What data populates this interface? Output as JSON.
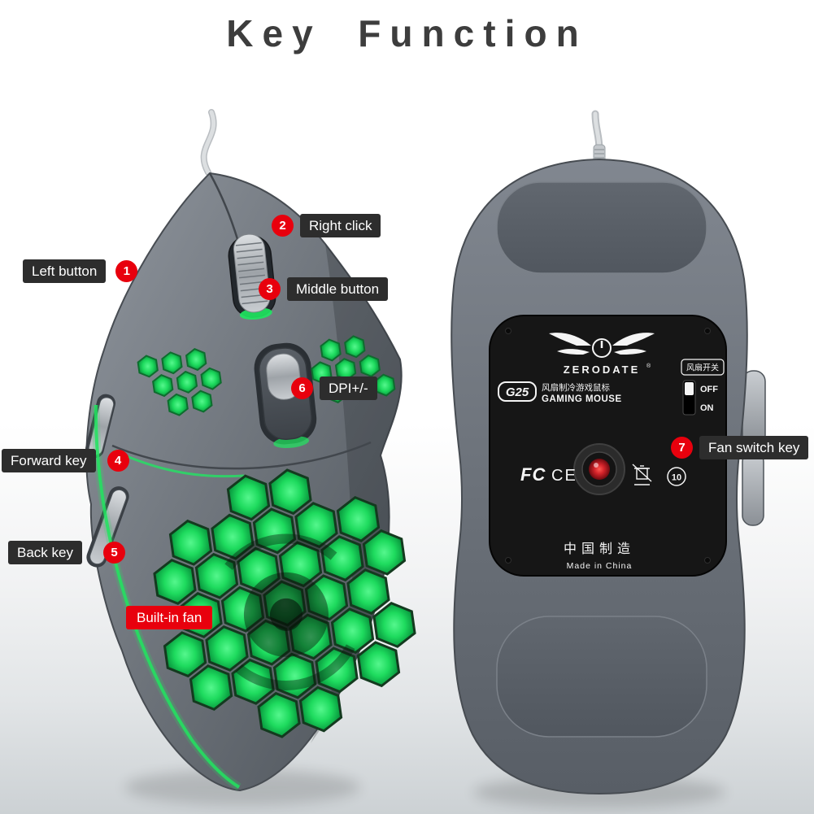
{
  "title": "Key Function",
  "callouts": {
    "left_button": {
      "num": "1",
      "label": "Left button"
    },
    "right_click": {
      "num": "2",
      "label": "Right click"
    },
    "middle_button": {
      "num": "3",
      "label": "Middle button"
    },
    "forward_key": {
      "num": "4",
      "label": "Forward key"
    },
    "back_key": {
      "num": "5",
      "label": "Back key"
    },
    "dpi": {
      "num": "6",
      "label": "DPI+/-"
    },
    "fan_switch": {
      "num": "7",
      "label": "Fan switch key"
    },
    "built_in_fan": {
      "label": "Built-in fan"
    }
  },
  "mouse_bottom": {
    "brand": "ZERODATE",
    "reg": "®",
    "fan_switch_label": "风扇开关",
    "switch_off": "OFF",
    "switch_on": "ON",
    "model": "G25",
    "tagline_cn": "风扇制冷游戏鼠标",
    "tagline_en": "GAMING MOUSE",
    "cert_fcc": "FC",
    "cert_ce": "CE",
    "rohs": "10",
    "origin_cn": "中国制造",
    "origin_en": "Made in China"
  },
  "colors": {
    "accent_red": "#e8000d",
    "glow_green": "#1fe25d",
    "body_gray": "#6d737a",
    "panel_black": "#161616"
  }
}
